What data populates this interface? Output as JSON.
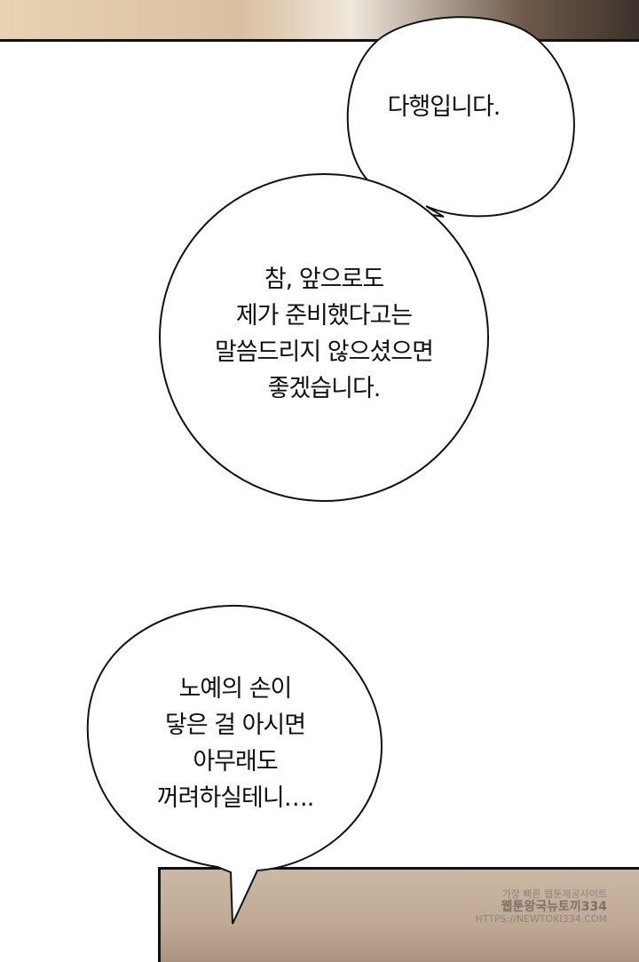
{
  "bubbles": [
    {
      "lines": [
        "다행입니다."
      ]
    },
    {
      "lines": [
        "참, 앞으로도",
        "제가 준비했다고는",
        "말씀드리지 않으셨으면",
        "좋겠습니다."
      ]
    },
    {
      "lines": [
        "노예의 손이",
        "닿은 걸 아시면",
        "아무래도",
        "꺼려하실테니…."
      ]
    }
  ],
  "watermark": {
    "line1": "가장 빠른 웹툰제공사이트",
    "line2": "웹툰왕국뉴토끼334",
    "line3": "HTTPS://NEWTOKI334.COM"
  }
}
